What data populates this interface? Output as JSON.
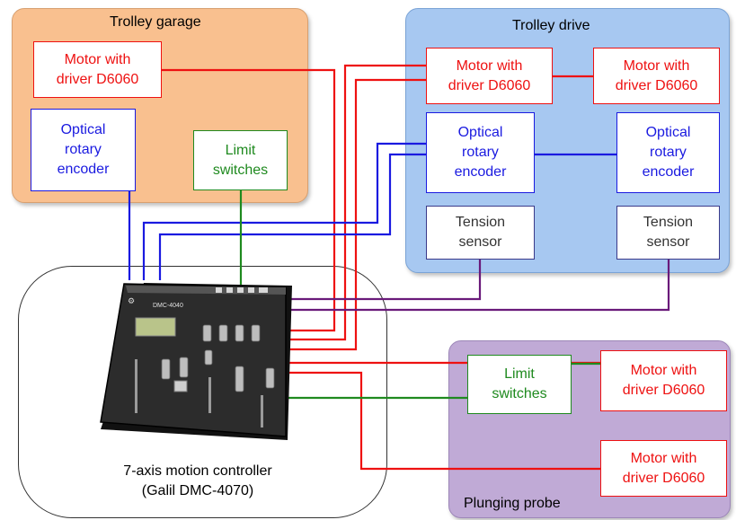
{
  "groups": {
    "trolley_garage": "Trolley garage",
    "trolley_drive": "Trolley drive",
    "plunging_probe": "Plunging probe"
  },
  "boxes": {
    "garage_motor": "Motor with\ndriver D6060",
    "garage_encoder": "Optical\nrotary\nencoder",
    "garage_limit": "Limit\nswitches",
    "drive_motor_1": "Motor with\ndriver D6060",
    "drive_motor_2": "Motor with\ndriver D6060",
    "drive_encoder_1": "Optical\nrotary\nencoder",
    "drive_encoder_2": "Optical\nrotary\nencoder",
    "drive_tension_1": "Tension\nsensor",
    "drive_tension_2": "Tension\nsensor",
    "probe_limit": "Limit\nswitches",
    "probe_motor_1": "Motor with\ndriver D6060",
    "probe_motor_2": "Motor with\ndriver D6060"
  },
  "controller": {
    "caption_line1": "7-axis motion controller",
    "caption_line2": "(Galil DMC-4070)",
    "device_label": "DMC-4040"
  },
  "colors": {
    "garage_fill": "#f9c08f",
    "drive_fill": "#a7c8f1",
    "probe_fill": "#c0aad6",
    "motor_wire": "#ee1111",
    "encoder_wire": "#1a1ae0",
    "limit_wire": "#1f8a1f",
    "tension_wire": "#6a1a7a"
  }
}
